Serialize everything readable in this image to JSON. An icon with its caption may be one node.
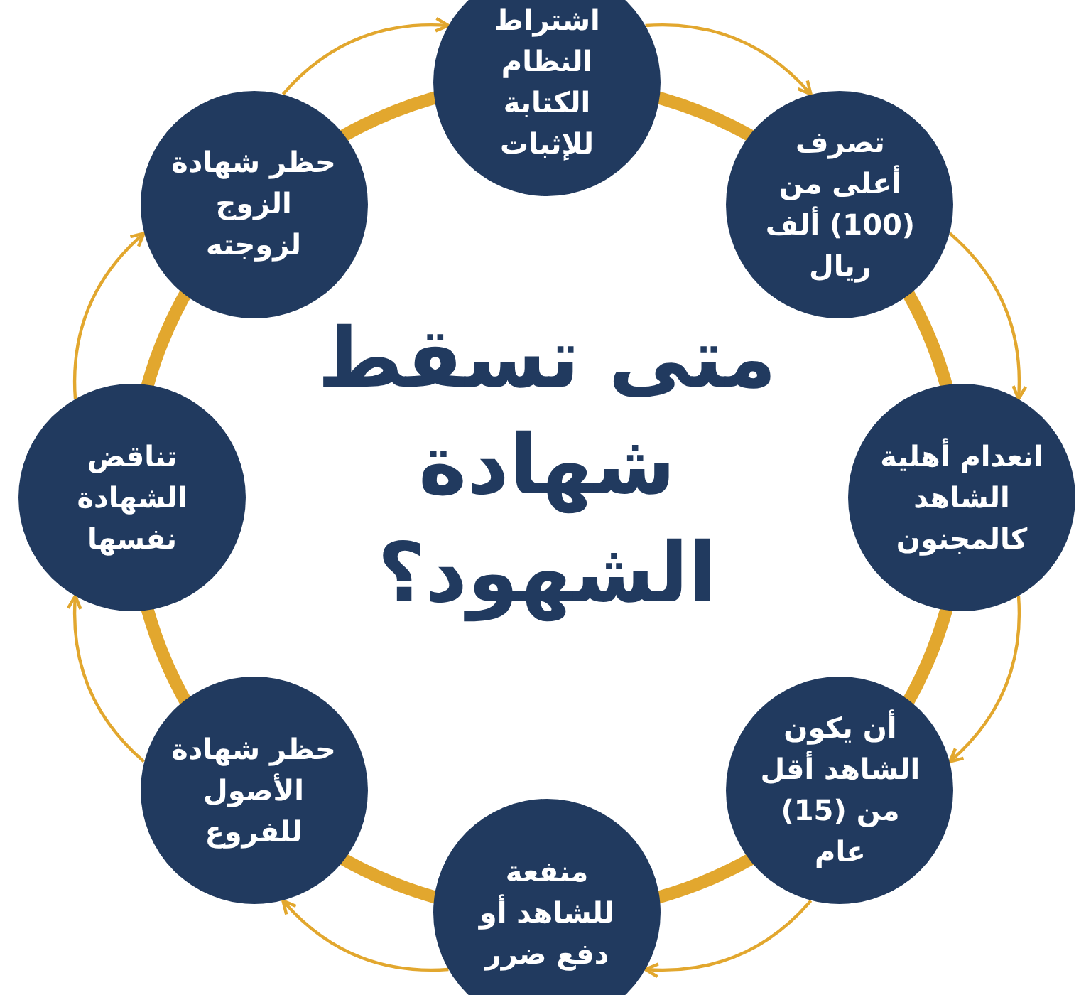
{
  "diagram": {
    "title": "متى تسقط شهادة الشهود؟",
    "nodes": [
      {
        "text": [
          "اشتراط النظام الكتابة للإثبات"
        ]
      },
      {
        "text": [
          "تصرف أعلى من (100) ألف ريال"
        ]
      },
      {
        "text": [
          "انعدام أهلية الشاهد كالمجنون"
        ]
      },
      {
        "text": [
          "أن يكون الشاهد أقل من (15) عام"
        ]
      },
      {
        "text": [
          "منفعة للشاهد أو دفع ضرر"
        ]
      },
      {
        "text": [
          "حظر شهادة الأصول للفروع"
        ]
      },
      {
        "text": [
          "تناقض الشهادة نفسها"
        ]
      },
      {
        "text": [
          "حظر شهادة الزوج لزوجته"
        ]
      }
    ],
    "edges": [
      {
        "from": 0,
        "to": 1,
        "arrow": "to"
      },
      {
        "from": 1,
        "to": 2,
        "arrow": "to"
      },
      {
        "from": 2,
        "to": 3,
        "arrow": "to"
      },
      {
        "from": 3,
        "to": 4,
        "arrow": "to"
      },
      {
        "from": 4,
        "to": 5,
        "arrow": "to"
      },
      {
        "from": 5,
        "to": 6,
        "arrow": "to"
      },
      {
        "from": 6,
        "to": 7,
        "arrow": "to"
      },
      {
        "from": 7,
        "to": 0,
        "arrow": "to"
      }
    ]
  }
}
